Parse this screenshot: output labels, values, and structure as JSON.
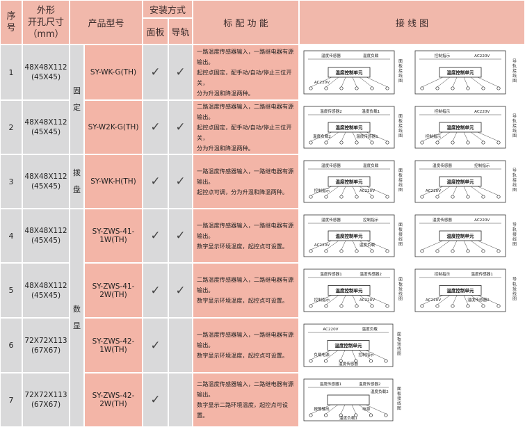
{
  "headers": {
    "no": "序\n号",
    "size": "外形\n开孔尺寸\n（mm）",
    "model": "产品型号",
    "install": "安装方式",
    "panel": "面板",
    "rail": "导轨",
    "function": "标 配 功 能",
    "wiring": "接 线 图"
  },
  "categories": [
    {
      "label": "固\n定"
    },
    {
      "label": "拨\n盘"
    },
    {
      "label": "数\n显"
    }
  ],
  "check_mark": "✓",
  "rows": [
    {
      "no": "1",
      "size": "48X48X112\n(45X45)",
      "model": "SY-WK-G(TH)",
      "panel": true,
      "rail": true,
      "function": "一路温度传感器输入，一路继电器有源输出。\n起控点固定，配手动/自动/停止三位开关，\n分为升温和降温两种。"
    },
    {
      "no": "2",
      "size": "48X48X112\n(45X45)",
      "model": "SY-W2K-G(TH)",
      "panel": true,
      "rail": true,
      "function": "二路温度传感器输入，二路继电器有源输出。\n起控点固定，配手动/自动/停止三位开关，\n分为升温和降温两种。"
    },
    {
      "no": "3",
      "size": "48X48X112\n(45X45)",
      "model": "SY-WK-H(TH)",
      "panel": true,
      "rail": true,
      "function": "一路温度传感器输入，一路继电器有源输出。\n起控点可调，分为升温和降温两种。"
    },
    {
      "no": "4",
      "size": "48X48X112\n(45X45)",
      "model": "SY-ZWS-41-1W(TH)",
      "panel": true,
      "rail": true,
      "function": "一路温度传感器输入，一路继电器有源输出。\n数字显示环境温度，起控点可设置。"
    },
    {
      "no": "5",
      "size": "48X48X112\n(45X45)",
      "model": "SY-ZWS-41-2W(TH)",
      "panel": true,
      "rail": true,
      "function": "二路温度传感器输入，二路继电器有源输出。\n数字显示环境温度，起控点可设置。"
    },
    {
      "no": "6",
      "size": "72X72X113\n(67X67)",
      "model": "SY-ZWS-42-1W(TH)",
      "panel": true,
      "rail": false,
      "function": "一路温度传感器输入，一路继电器有源输出。\n数字显示环境温度，起控点可设置。"
    },
    {
      "no": "7",
      "size": "72X72X113\n(67X67)",
      "model": "SY-ZWS-42-2W(TH)",
      "panel": true,
      "rail": false,
      "function": "二路温度传感器输入，二路继电器有源输出。\n数字显示二路环境温度，起控点可设置。"
    }
  ],
  "diagrams": [
    {
      "left": [
        "温度传感器",
        "温度控制单元",
        "温度负载",
        "AC220V"
      ],
      "side_left": "面\n板\n接\n线\n图",
      "right": [
        "控制指示",
        "温度控制单元",
        "AC220V"
      ],
      "side_right": "导\n轨\n接\n线\n图"
    },
    {
      "left": [
        "温度传感器2",
        "温度负载1",
        "温度控制单元",
        "温度负载2",
        "温度传感器1"
      ],
      "side_left": "面\n板\n接\n线\n图",
      "right": [
        "控制指示",
        "AC220V",
        "温度控制单元",
        "控制指示"
      ],
      "side_right": "导\n轨\n接\n线\n图"
    },
    {
      "left": [
        "温度传感器",
        "温度负载",
        "控制指示",
        "温度控制单元",
        "AC220V"
      ],
      "side_left": "面\n板\n接\n线\n图",
      "right": [
        "温度传感器",
        "控制指示",
        "温度控制单元",
        "AC220V"
      ],
      "side_right": "导\n轨\n接\n线\n图"
    },
    {
      "left": [
        "温度传感器",
        "控制指示",
        "温度控制单元",
        "AC220V",
        "温度负载"
      ],
      "side_left": "面\n板\n接\n线\n图",
      "right": [
        "温度传感器",
        "温度控制单元",
        "AC220V"
      ],
      "side_right": "导\n轨\n接\n线\n图"
    },
    {
      "left": [
        "温度传感器1",
        "温度传感器2",
        "控制指示",
        "温度控制单元",
        "AC220V"
      ],
      "side_left": "面\n板\n接\n线\n图",
      "right": [
        "控制指示",
        "温度传感器1",
        "温度控制单元",
        "AC220V",
        "温度传感器2"
      ],
      "side_right": "导\n轨\n接\n线\n图"
    },
    {
      "left": [
        "AC220V",
        "温度负载",
        "负载电源",
        "控制指示",
        "温度控制单元",
        "温度传感器"
      ],
      "side_left": "面\n板\n接\n线\n图"
    },
    {
      "left": [
        "温度传感器1",
        "温度传感器2",
        "报警输出",
        "电源",
        "温度负载1",
        "温度负载2"
      ],
      "side_left": "面\n板\n接\n线\n图"
    }
  ]
}
